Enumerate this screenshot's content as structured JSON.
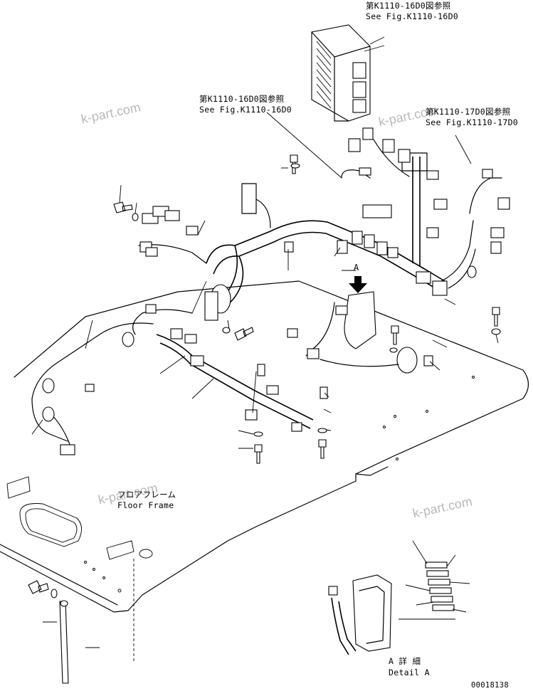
{
  "references": {
    "ref_top": {
      "jp": "第K1110-16D0図参照",
      "en": "See Fig.K1110-16D0"
    },
    "ref_mid": {
      "jp": "第K1110-16D0図参照",
      "en": "See Fig.K1110-16D0"
    },
    "ref_right": {
      "jp": "第K1110-17D0図参照",
      "en": "See Fig.K1110-17D0"
    }
  },
  "floor_frame": {
    "jp": "フロアフレーム",
    "en": "Floor Frame"
  },
  "detail": {
    "callout": "A",
    "jp": "A 詳 細",
    "en": "Detail A"
  },
  "drawing_number": "00018138",
  "watermarks": [
    "k-part.com",
    "k-part.com",
    "k-part.com",
    "k-part.com"
  ],
  "colors": {
    "line": "#000000",
    "watermark": "#b9b9b9",
    "background": "#ffffff"
  }
}
